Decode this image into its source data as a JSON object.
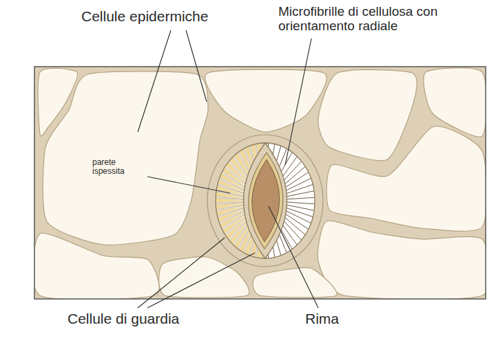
{
  "diagram": {
    "labels": [
      "Cellule epidermiche",
      "Microfibrille di cellulosa con orientamento radiale",
      "parete ispessita",
      "Cellule di guardia",
      "Rima"
    ]
  }
}
